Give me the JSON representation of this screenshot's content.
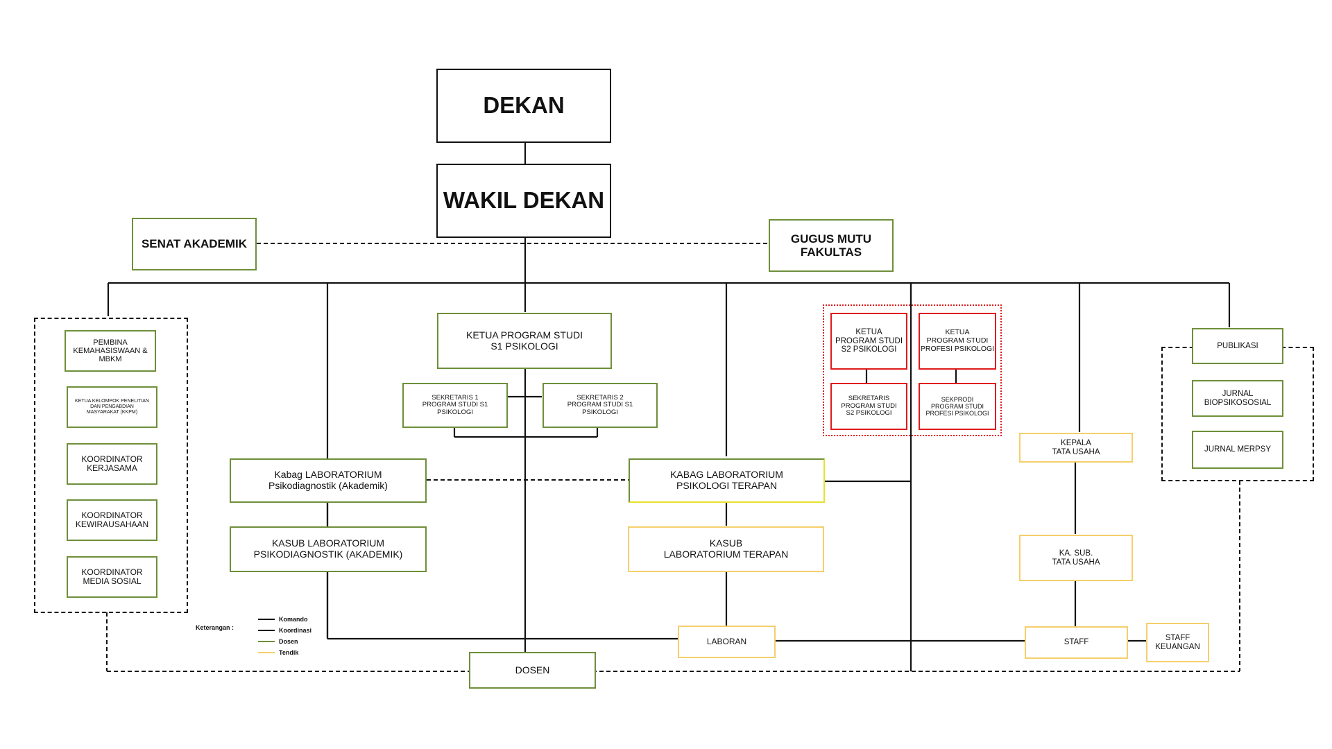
{
  "nodes": {
    "dekan": "DEKAN",
    "wakil_dekan": "WAKIL DEKAN",
    "senat": "SENAT AKADEMIK",
    "gugus_mutu": "GUGUS MUTU\nFAKULTAS",
    "kaprodi_s1": "KETUA PROGRAM STUDI\nS1 PSIKOLOGI",
    "sekretaris_1": "SEKRETARIS 1\nPROGRAM STUDI S1\nPSIKOLOGI",
    "sekretaris_2": "SEKRETARIS 2\nPROGRAM STUDI S1\nPSIKOLOGI",
    "kaprodi_s2": "KETUA\nPROGRAM STUDI\nS2 PSIKOLOGI",
    "kaprodi_profesi": "KETUA\nPROGRAM STUDI\nPROFESI PSIKOLOGI",
    "sekretaris_s2": "SEKRETARIS\nPROGRAM STUDI\nS2 PSIKOLOGI",
    "sekprodi_profesi": "SEKPRODI\nPROGRAM STUDI\nPROFESI PSIKOLOGI",
    "pembina": "PEMBINA\nKEMAHASISWAAN &\nMBKM",
    "ketua_kkpm": "KETUA KELOMPOK PENELITIAN\nDAN PENGABDIAN\nMASYARAKAT (KKPM)",
    "koor_kerjasama": "KOORDINATOR\nKERJASAMA",
    "koor_kewirausahaan": "KOORDINATOR\nKEWIRAUSAHAAN",
    "koor_medsos": "KOORDINATOR\nMEDIA SOSIAL",
    "kabag_lab_pd": "Kabag LABORATORIUM\nPsikodiagnostik (Akademik)",
    "kasub_lab_pd": "KASUB LABORATORIUM\nPSIKODIAGNOSTIK (AKADEMIK)",
    "kabag_lab_terapan": "KABAG LABORATORIUM\nPSIKOLOGI TERAPAN",
    "kasub_lab_terapan": "KASUB\nLABORATORIUM TERAPAN",
    "laboran": "LABORAN",
    "dosen": "DOSEN",
    "kepala_tu": "KEPALA\nTATA USAHA",
    "kasub_tu": "KA. SUB.\nTATA USAHA",
    "staff": "STAFF",
    "staff_keuangan": "STAFF\nKEUANGAN",
    "publikasi": "PUBLIKASI",
    "jurnal_bio": "JURNAL\nBIOPSIKOSOSIAL",
    "jurnal_merpsy": "JURNAL MERPSY"
  },
  "legend": {
    "title": "Keterangan :",
    "items": [
      "Komando",
      "Koordinasi",
      "Dosen",
      "Tendik"
    ]
  },
  "colors": {
    "komando": "#111111",
    "dosen": "#6e8f3a",
    "tendik": "#f4cf6b",
    "prodi_highlight": "#e01a1a"
  }
}
